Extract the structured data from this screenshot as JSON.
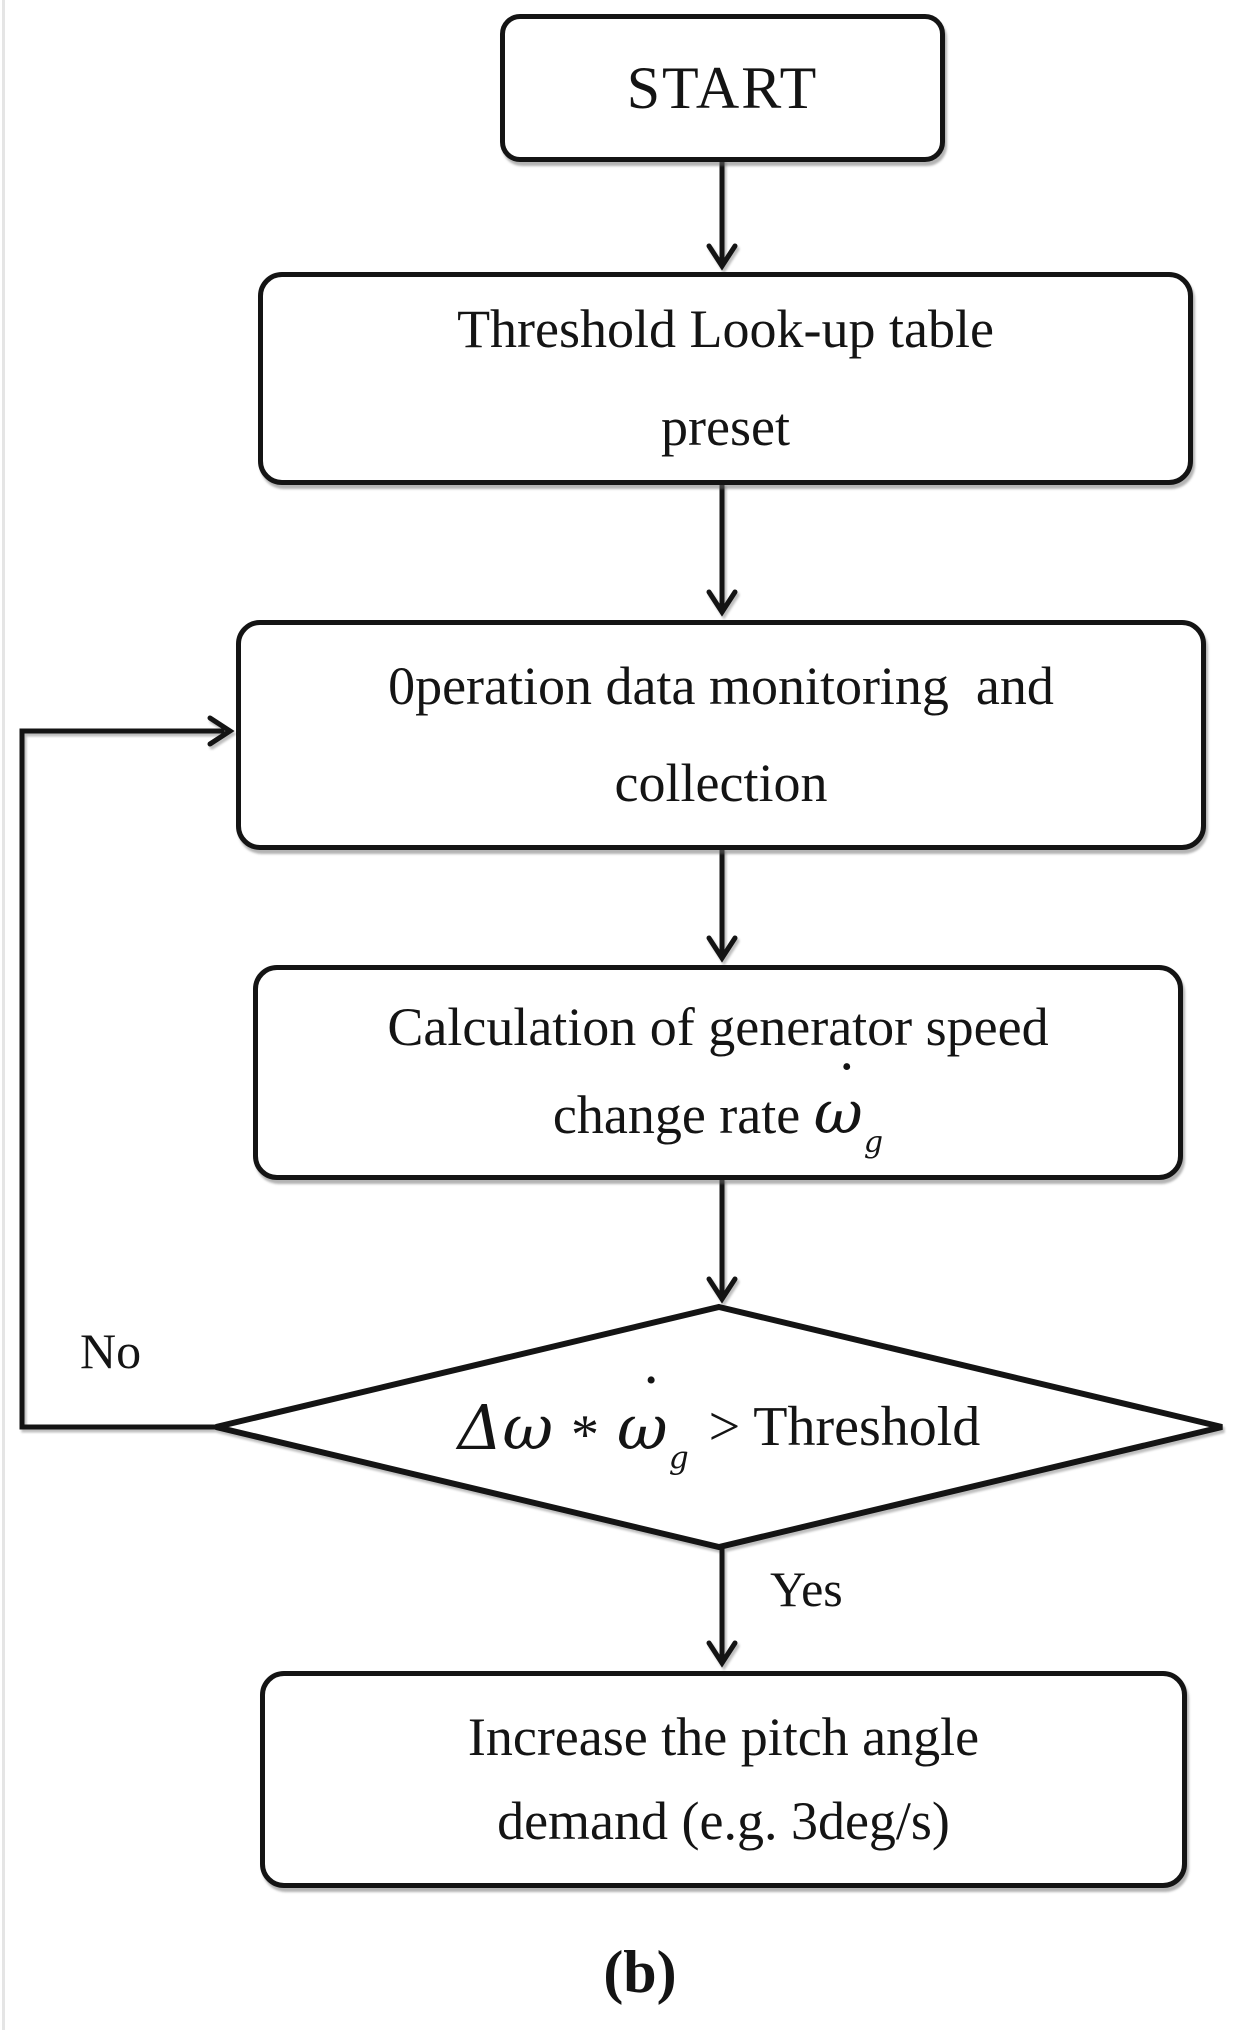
{
  "diagram": {
    "background": "#ffffff",
    "ink": "#141414",
    "caption": "(b)",
    "nodes": {
      "start": {
        "label": "START"
      },
      "preset": {
        "line1": "Threshold Look-up table",
        "line2": "preset"
      },
      "monitor": {
        "line1": "0peration data monitoring  and",
        "line2": "collection"
      },
      "calc": {
        "line1": "Calculation of generator speed",
        "line2_prefix": "change rate ",
        "omega": "ω",
        "dot": "˙",
        "subscript": "g"
      },
      "decision": {
        "delta": "Δω",
        "star": "*",
        "omega": "ω",
        "dot": "˙",
        "subscript": "g",
        "comparison": "> Threshold"
      },
      "action": {
        "line1": "Increase the pitch angle",
        "line2": "demand (e.g. 3deg/s)"
      }
    },
    "labels": {
      "yes": "Yes",
      "no": "No"
    }
  }
}
